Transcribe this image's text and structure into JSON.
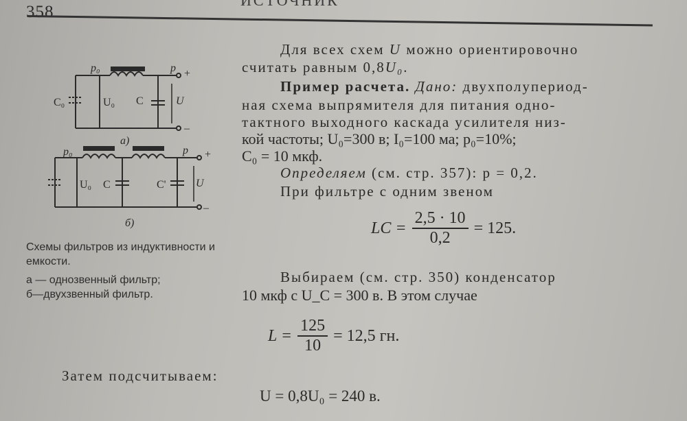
{
  "page_number": "358",
  "running_header": "ИСТОЧНИК",
  "figure": {
    "caption_a": "а)",
    "caption_b": "б)",
    "labels": {
      "p0": "p₀",
      "p": "p",
      "plus": "+",
      "minus": "–",
      "c0": "C₀",
      "u0": "U₀",
      "c": "C",
      "u": "U",
      "c_prime": "C'"
    },
    "caption": "Схемы фильтров из индуктивности и емкости.",
    "legend_a": "а — однозвенный фильтр;",
    "legend_b": "б—двухзвенный фильтр."
  },
  "text": {
    "l1a": "Для всех схем ",
    "l1u": "U",
    "l1b": " можно ориентировочно",
    "l2a": "считать равным 0,8",
    "l2u": "U₀",
    "l2b": ".",
    "l3_bold": "Пример расчета.",
    "l3_ital": " Дано:",
    "l3_rest": " двухполупериод-",
    "l4": "ная схема выпрямителя для питания одно-",
    "l5": "тактного выходного каскада усилителя низ-",
    "l6": "кой частоты; U₀=300 в; I₀=100 ма; p₀=10%;",
    "l7": "C₀ = 10 мкф.",
    "l8_ital": "Определяем",
    "l8_rest": " (см. стр. 357): p = 0,2.",
    "l9": "При фильтре с одним звеном",
    "eq1_lhs": "LC =",
    "eq1_num": "2,5 · 10",
    "eq1_den": "0,2",
    "eq1_rhs": "= 125.",
    "l10": "Выбираем (см. стр. 350) конденсатор",
    "l11": "10 мкф с U_C = 300 в. В этом случае",
    "eq2_lhs": "L =",
    "eq2_num": "125",
    "eq2_den": "10",
    "eq2_rhs": "= 12,5 гн.",
    "l12": "Затем подсчитываем:",
    "eq3": "U = 0,8U₀ = 240 в."
  }
}
